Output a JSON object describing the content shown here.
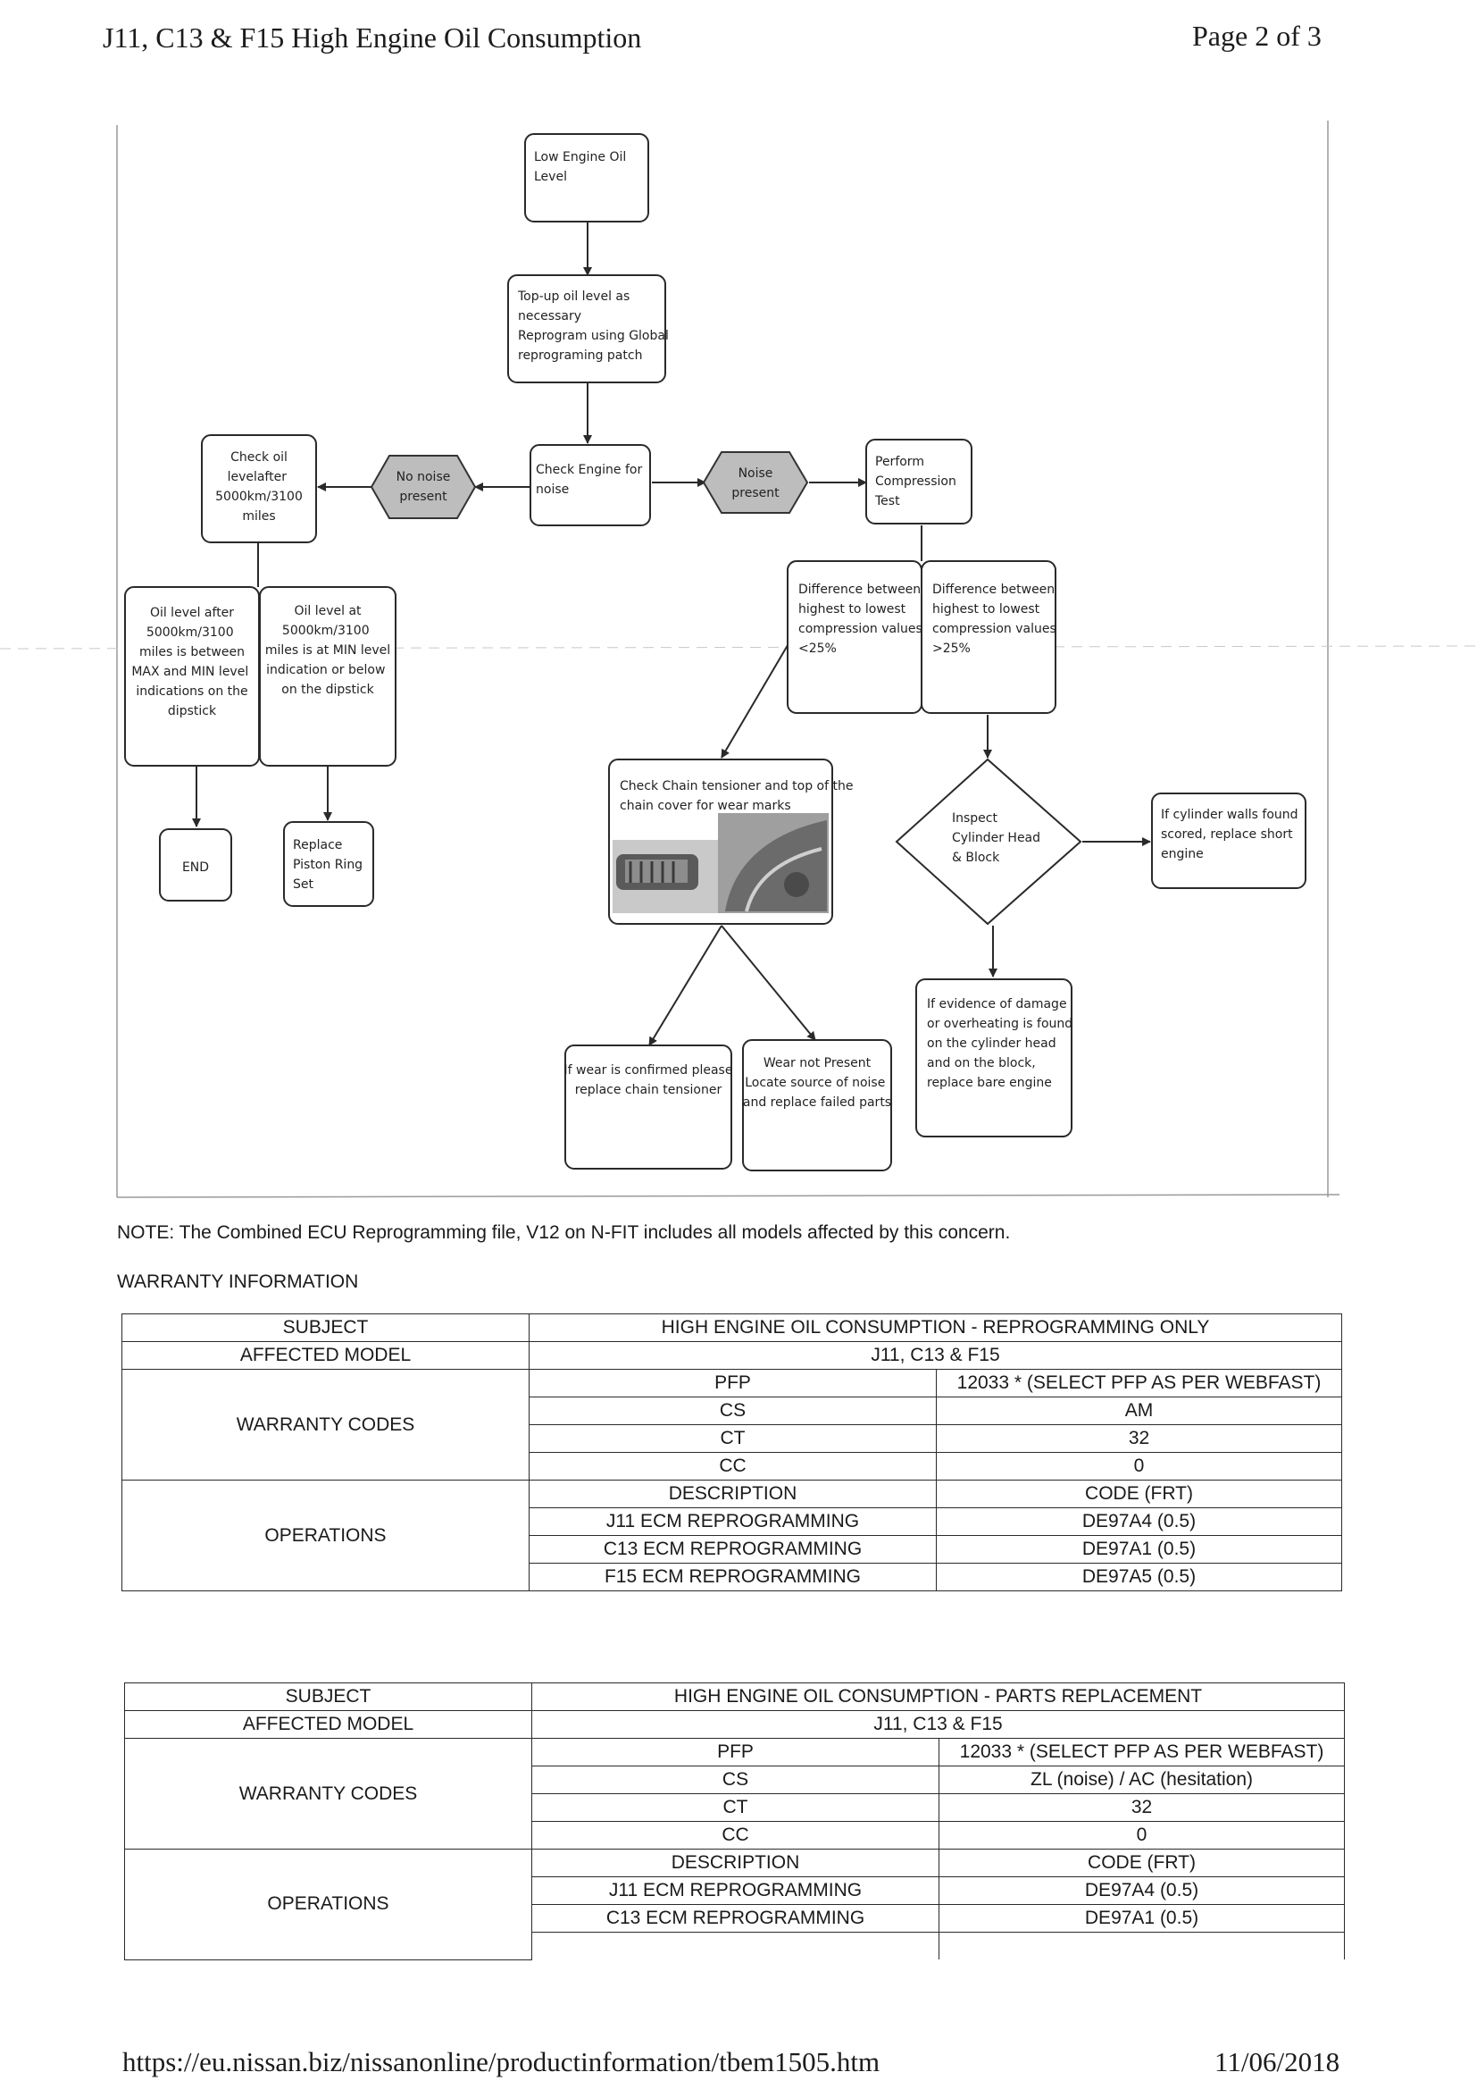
{
  "header": {
    "title": "J11, C13 & F15 High Engine Oil Consumption",
    "page": "Page 2 of 3"
  },
  "flowchart": {
    "low_oil": [
      "Low Engine Oil",
      "Level"
    ],
    "topup": [
      "Top-up oil level as",
      "necessary",
      "Reprogram using Global",
      "reprograming patch"
    ],
    "check_engine": [
      "Check Engine for",
      "noise"
    ],
    "no_noise": [
      "No noise",
      "present"
    ],
    "noise": [
      "Noise",
      "present"
    ],
    "check_oil": [
      "Check oil",
      "levelafter",
      "5000km/3100",
      "miles"
    ],
    "compression": [
      "Perform",
      "Compression",
      "Test"
    ],
    "between": [
      "Oil level after",
      "5000km/3100",
      "miles is between",
      "MAX and MIN level",
      "indications on the",
      "dipstick"
    ],
    "at_min": [
      "Oil level at",
      "5000km/3100",
      "miles is at MIN level",
      "indication or below",
      "on the dipstick"
    ],
    "end": [
      "END"
    ],
    "replace_rings": [
      "Replace",
      "Piston Ring",
      "Set"
    ],
    "diff_lt": [
      "Difference between",
      "highest to lowest",
      "compression values",
      "<25%"
    ],
    "diff_gt": [
      "Difference between",
      "highest to lowest",
      "compression values",
      ">25%"
    ],
    "chain_check": [
      "Check Chain tensioner and top of the",
      "chain cover for wear marks"
    ],
    "inspect": [
      "Inspect",
      "Cylinder Head",
      "& Block"
    ],
    "scored": [
      "If cylinder walls found",
      "scored, replace short",
      "engine"
    ],
    "damage": [
      "If evidence of damage",
      "or overheating is found",
      "on the cylinder head",
      "and on the block,",
      "replace bare engine"
    ],
    "wear_confirmed": [
      "If wear is confirmed please",
      "replace chain tensioner"
    ],
    "wear_not": [
      "Wear not Present",
      "Locate source of noise",
      "and replace failed parts"
    ]
  },
  "note": "NOTE:  The Combined ECU Reprogramming file, V12 on N-FIT includes all models affected by this concern.",
  "warranty_heading": "WARRANTY INFORMATION",
  "labels": {
    "subject": "SUBJECT",
    "affected": "AFFECTED MODEL",
    "warranty_codes": "WARRANTY CODES",
    "operations": "OPERATIONS",
    "pfp": "PFP",
    "cs": "CS",
    "ct": "CT",
    "cc": "CC",
    "description": "DESCRIPTION",
    "code": "CODE (FRT)"
  },
  "table1": {
    "subject": "HIGH ENGINE OIL CONSUMPTION - REPROGRAMMING ONLY",
    "models": "J11, C13 & F15",
    "pfp": "12033 * (SELECT PFP AS PER WEBFAST)",
    "cs": "AM",
    "ct": "32",
    "cc": "0",
    "ops": [
      {
        "desc": "J11 ECM REPROGRAMMING",
        "code": "DE97A4 (0.5)"
      },
      {
        "desc": "C13 ECM REPROGRAMMING",
        "code": "DE97A1 (0.5)"
      },
      {
        "desc": "F15 ECM REPROGRAMMING",
        "code": "DE97A5 (0.5)"
      }
    ]
  },
  "table2": {
    "subject": "HIGH ENGINE OIL CONSUMPTION - PARTS REPLACEMENT",
    "models": "J11, C13 & F15",
    "pfp": "12033 * (SELECT PFP AS PER WEBFAST)",
    "cs": "ZL (noise) / AC (hesitation)",
    "ct": "32",
    "cc": "0",
    "ops": [
      {
        "desc": "J11 ECM REPROGRAMMING",
        "code": "DE97A4 (0.5)"
      },
      {
        "desc": "C13 ECM REPROGRAMMING",
        "code": "DE97A1 (0.5)"
      }
    ]
  },
  "footer": {
    "url": "https://eu.nissan.biz/nissanonline/productinformation/tbem1505.htm",
    "date": "11/06/2018"
  }
}
